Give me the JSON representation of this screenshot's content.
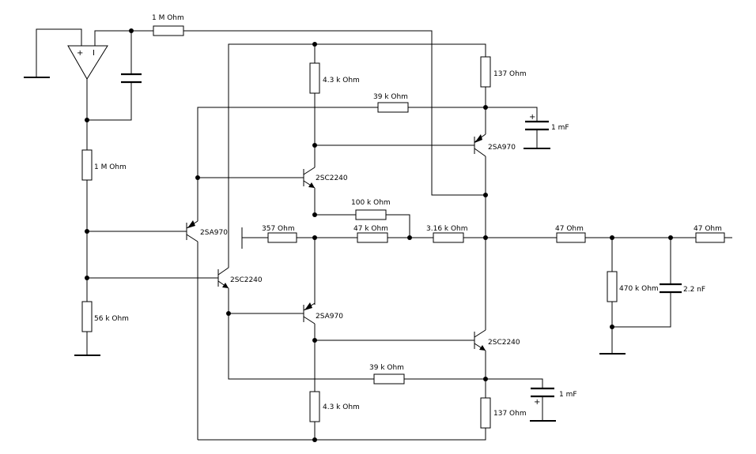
{
  "components": {
    "r_feedback": "1 M Ohm",
    "r_bias_upper": "1 M Ohm",
    "r_bias_lower": "56 k Ohm",
    "r_top_col": "4.3 k Ohm",
    "r_bot_col": "4.3 k Ohm",
    "r_top_emit": "137  Ohm",
    "r_bot_emit": "137  Ohm",
    "r_top_fb": "39 k Ohm",
    "r_bot_fb": "39 k Ohm",
    "c_top": "1 mF",
    "c_bot": "1 mF",
    "r_in": "357  Ohm",
    "r_mid_a": "100 k Ohm",
    "r_mid_b": "47 k Ohm",
    "r_mid_c": "3.16 k Ohm",
    "r_out": "47  Ohm",
    "r_out2": "47  Ohm",
    "r_load": "470 k Ohm",
    "c_load": "2.2 nF",
    "q_top_driver": "2SC2240",
    "q_top_out": "2SA970",
    "q_left_pnp": "2SA970",
    "q_left_npn": "2SC2240",
    "q_bot_driver": "2SA970",
    "q_bot_out": "2SC2240"
  },
  "symbols": {
    "opamp_plus": "+",
    "opamp_minus": "I",
    "cap_plus": "+"
  }
}
